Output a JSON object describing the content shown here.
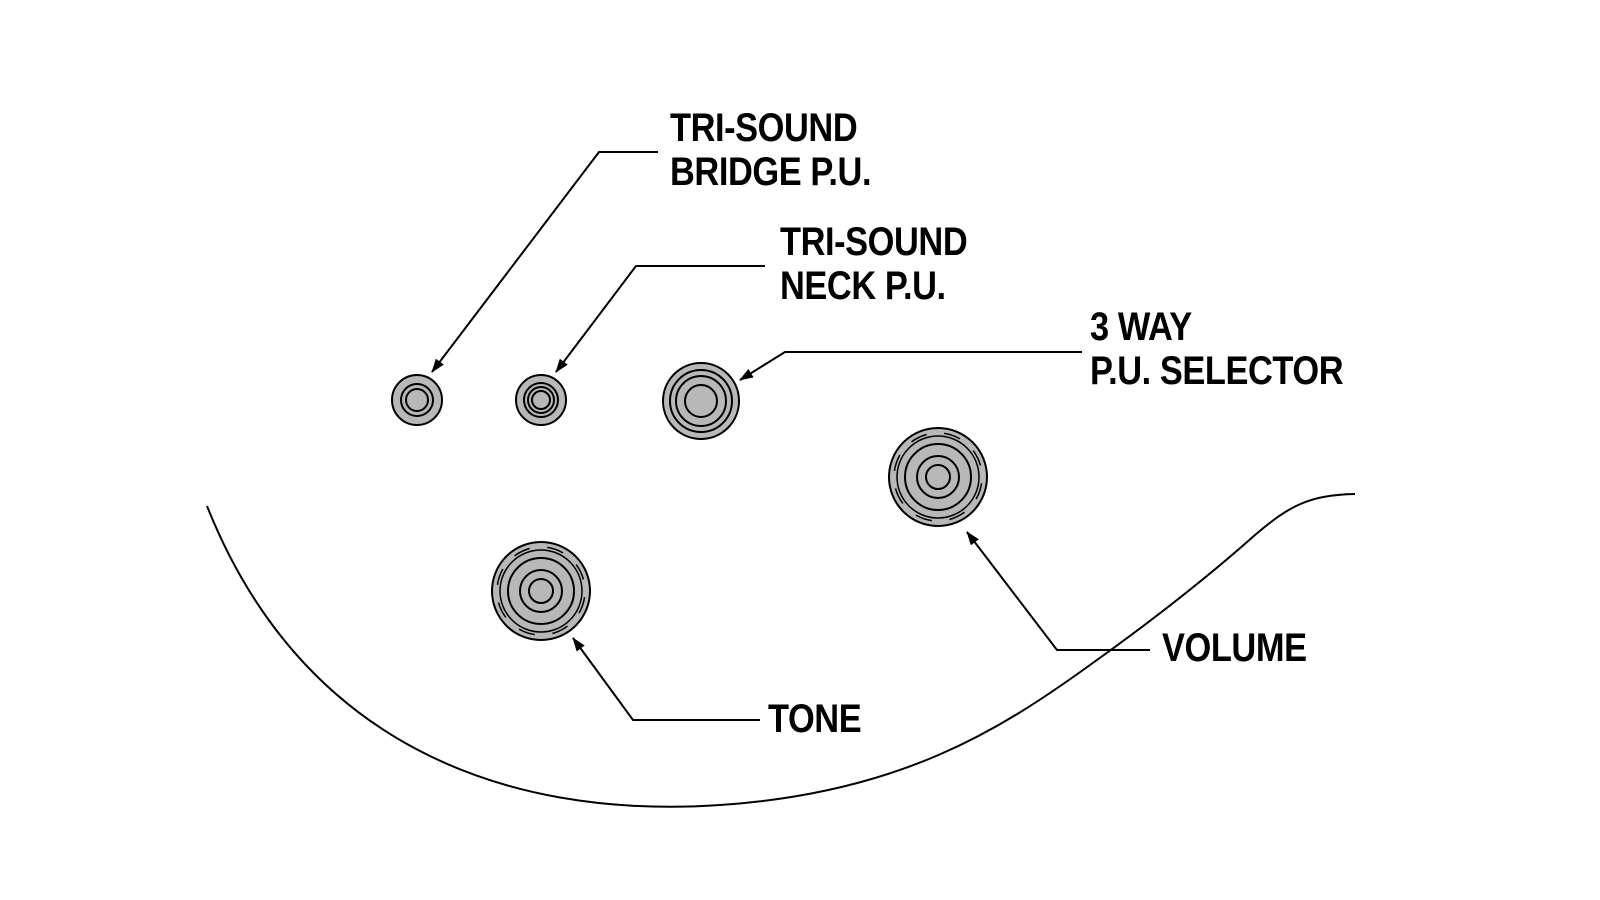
{
  "labels": {
    "bridge_pickup": [
      "TRI-SOUND",
      "BRIDGE P.U."
    ],
    "neck_pickup": [
      "TRI-SOUND",
      "NECK P.U."
    ],
    "selector": [
      "3 WAY",
      "P.U. SELECTOR"
    ],
    "volume": "VOLUME",
    "tone": "TONE"
  },
  "colors": {
    "knob_fill": "#b8b8b8",
    "line": "#000000",
    "background": "#ffffff"
  }
}
